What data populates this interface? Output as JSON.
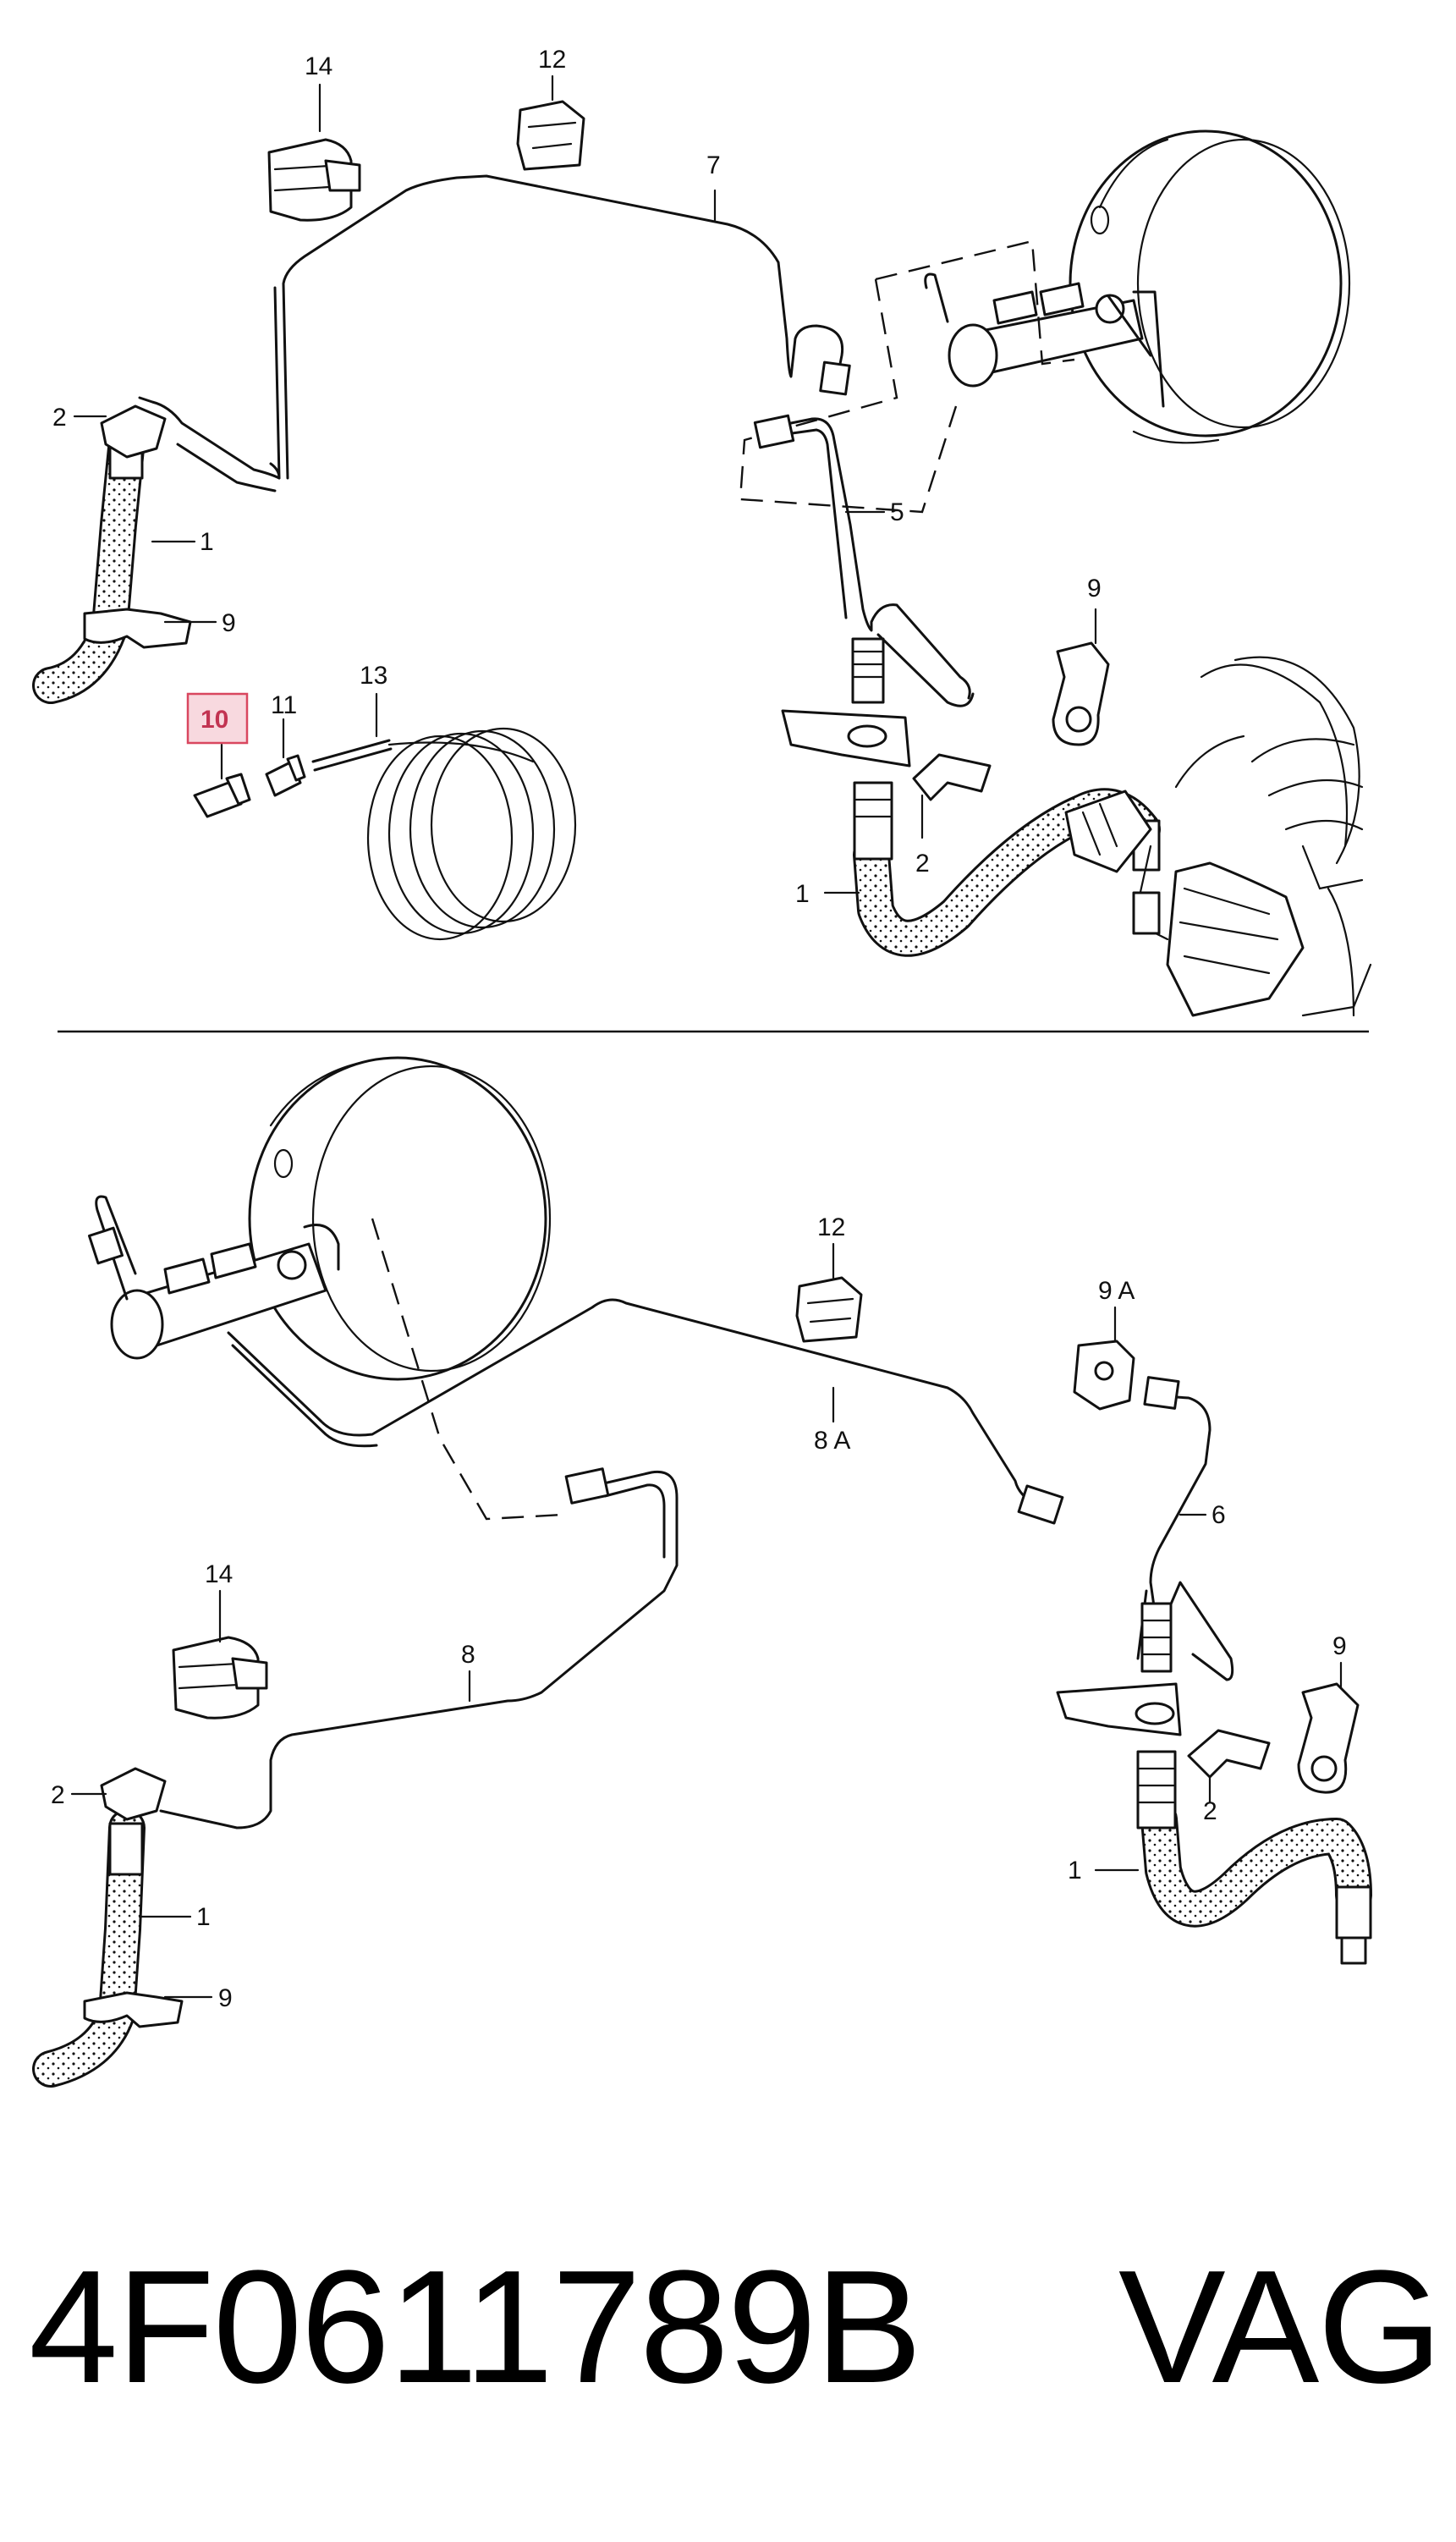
{
  "top_view": {
    "labels": {
      "l1": "1",
      "l1b": "1",
      "l2": "2",
      "l2b": "2",
      "l5": "5",
      "l7": "7",
      "l9": "9",
      "l9b": "9",
      "l10": "10",
      "l11": "11",
      "l12": "12",
      "l13": "13",
      "l14": "14"
    },
    "highlighted_label": "10",
    "highlight_color": "#d9475f"
  },
  "bottom_view": {
    "labels": {
      "l1": "1",
      "l1b": "1",
      "l2": "2",
      "l2b": "2",
      "l6": "6",
      "l8": "8",
      "l8a": "8 A",
      "l9": "9",
      "l9b": "9",
      "l9a": "9 A",
      "l12": "12",
      "l14": "14"
    }
  },
  "footer": {
    "part_number": "4F0611789B",
    "brand": "VAG"
  }
}
